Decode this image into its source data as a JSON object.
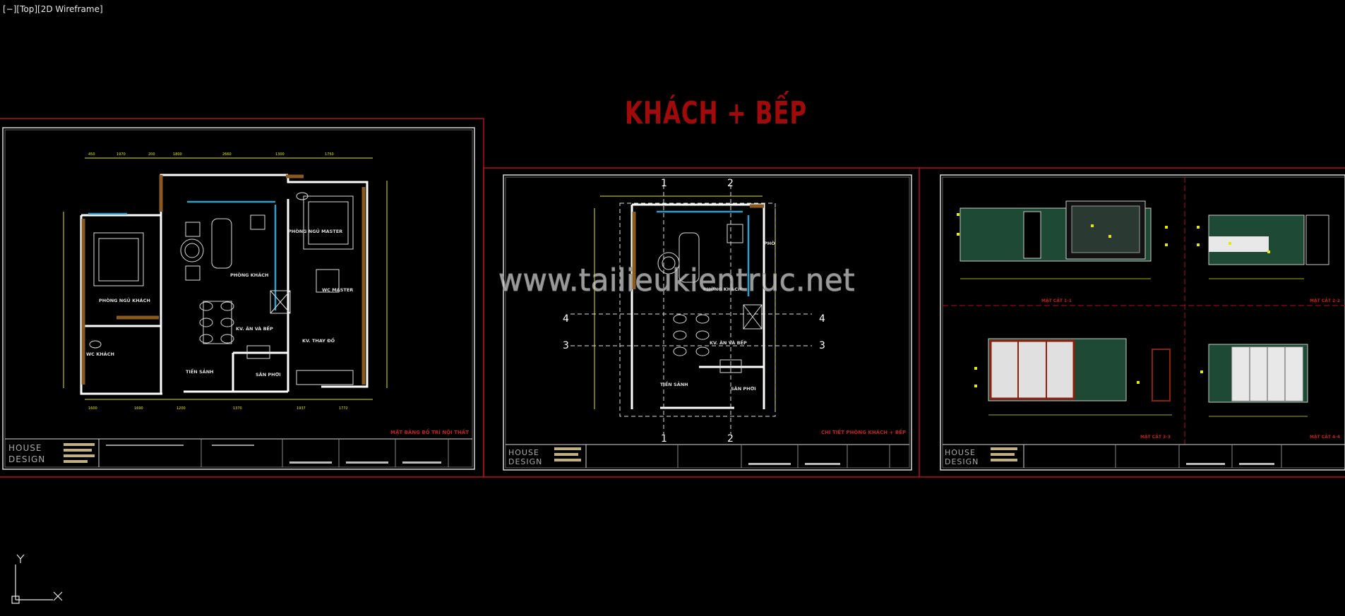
{
  "viewport": {
    "label": "[−][Top][2D Wireframe]"
  },
  "drawing_title": "KHÁCH + BẾP",
  "watermark": "www.tailieukientruc.net",
  "brand": {
    "line1": "HOUSE",
    "line2": "DESIGN"
  },
  "sheet1": {
    "caption": "MẶT BẰNG BỐ TRÍ NỘI THẤT",
    "rooms": [
      "PHÒNG NGỦ MASTER",
      "PHÒNG KHÁCH",
      "PHÒNG NGỦ KHÁCH",
      "KV. ĂN VÀ BẾP",
      "WC MASTER",
      "KV. THAY ĐỒ",
      "WC KHÁCH",
      "TIỀN SẢNH",
      "SÂN PHƠI"
    ]
  },
  "sheet2": {
    "caption": "CHI TIẾT PHÒNG KHÁCH + BẾP",
    "rooms": [
      "PHÒNG KHÁCH",
      "KV. ĂN VÀ BẾP",
      "TIỀN SẢNH",
      "SÂN PHƠI",
      "PHÒ"
    ],
    "section_marks": [
      "1",
      "2",
      "3",
      "4"
    ]
  },
  "sheet3": {
    "captions": [
      "MẶT CẮT 1-1",
      "MẶT CẮT 2-2",
      "MẶT CẮT 3-3",
      "MẶT CẮT 4-4"
    ]
  },
  "ucs": {
    "x": "X",
    "y": "Y"
  },
  "colors": {
    "background": "#000000",
    "title": "#a00a0a",
    "frame": "#b0101a",
    "wall": "#ffffff",
    "dim": "#e8e800",
    "wood": "#8a5a20",
    "tile": "#1e4a35"
  }
}
